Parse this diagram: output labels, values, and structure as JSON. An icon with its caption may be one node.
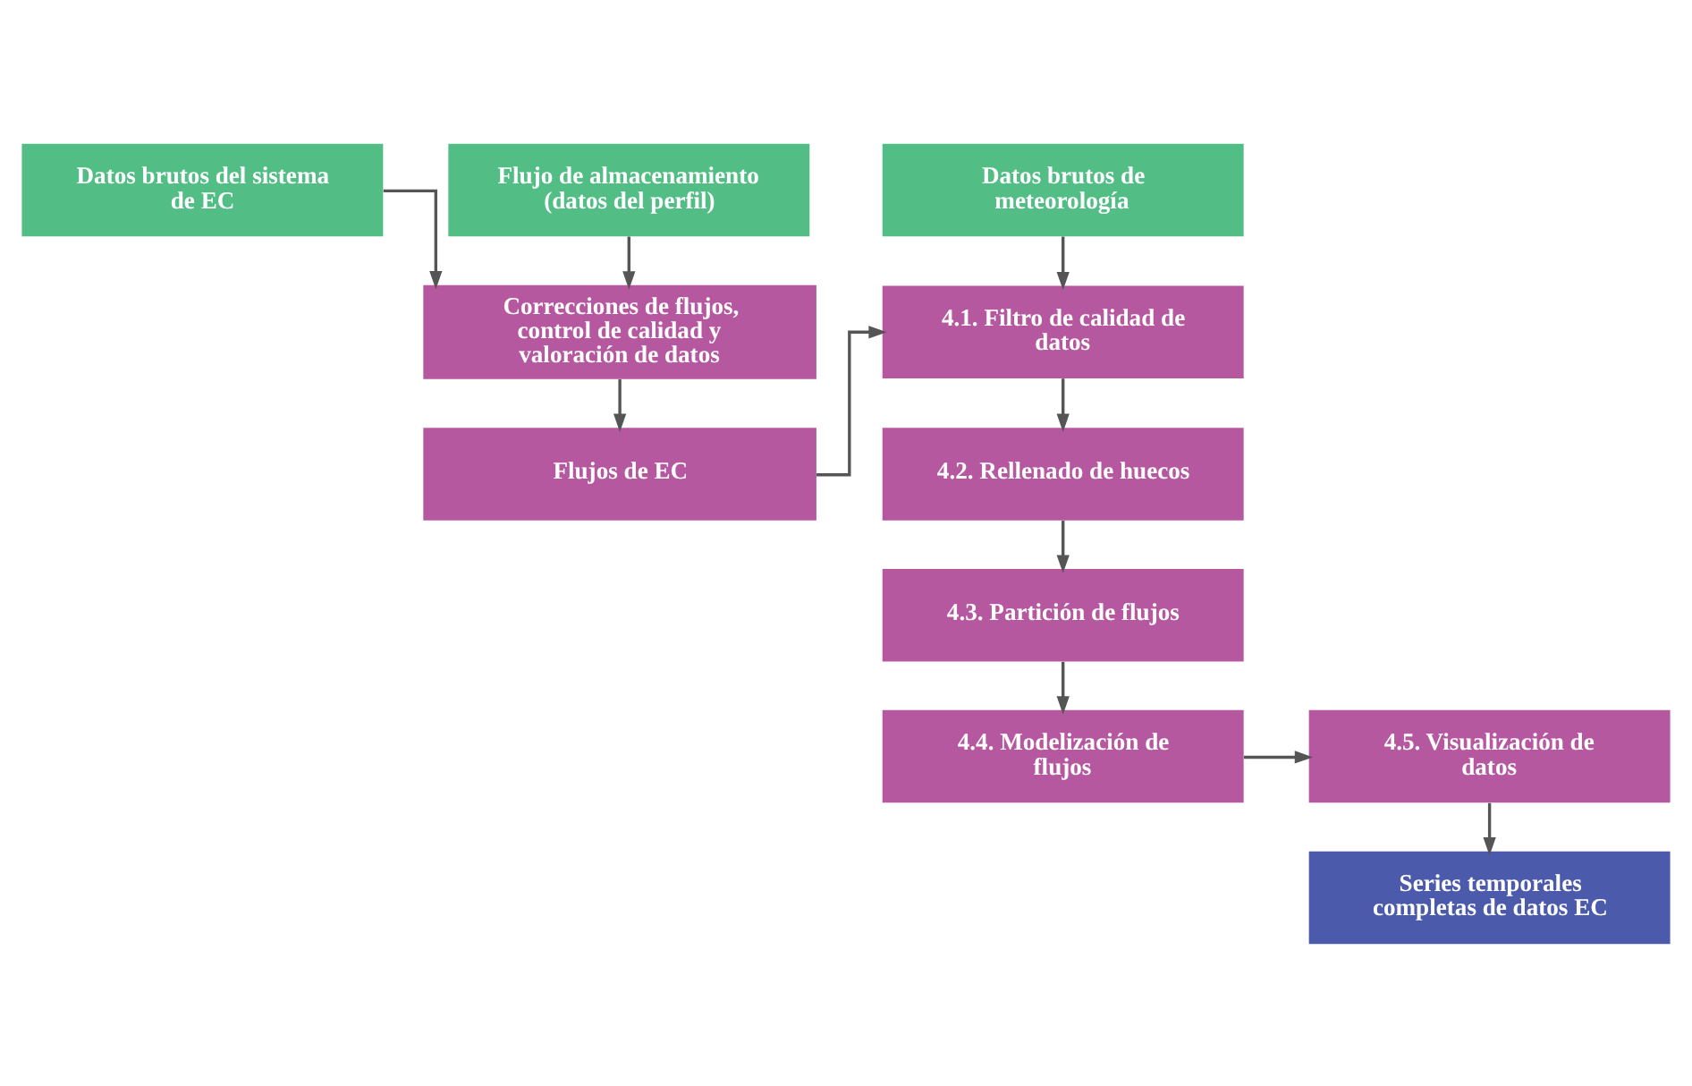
{
  "diagram": {
    "nodes": [
      {
        "text": [
          "Datos brutos del sistema de EC"
        ]
      },
      {
        "text": [
          "Flujo de almacenamiento (datos del perfil)"
        ]
      },
      {
        "text": [
          "Datos brutos de meteorología"
        ]
      },
      {
        "text": [
          "Correcciones de flujos, control de calidad y valoración de datos"
        ]
      },
      {
        "text": [
          "Flujos de EC"
        ]
      },
      {
        "text": [
          "4.1. Filtro de calidad de datos"
        ]
      },
      {
        "text": [
          "4.2. Rellenado de huecos"
        ]
      },
      {
        "text": [
          "4.3. Partición de flujos"
        ]
      },
      {
        "text": [
          "4.4. Modelización de flujos"
        ]
      },
      {
        "text": [
          "4.5. Visualización de datos"
        ]
      },
      {
        "text": [
          "Series temporales completas de datos EC"
        ]
      }
    ],
    "edges": [
      {
        "from": 0,
        "to": 3,
        "arrow": "to"
      },
      {
        "from": 1,
        "to": 3,
        "arrow": "to"
      },
      {
        "from": 2,
        "to": 5,
        "arrow": "to"
      },
      {
        "from": 3,
        "to": 4,
        "arrow": "to"
      },
      {
        "from": 4,
        "to": 5,
        "arrow": "to"
      },
      {
        "from": 5,
        "to": 6,
        "arrow": "to"
      },
      {
        "from": 6,
        "to": 7,
        "arrow": "to"
      },
      {
        "from": 7,
        "to": 8,
        "arrow": "to"
      },
      {
        "from": 8,
        "to": 9,
        "arrow": "to"
      },
      {
        "from": 9,
        "to": 10,
        "arrow": "to"
      }
    ]
  }
}
